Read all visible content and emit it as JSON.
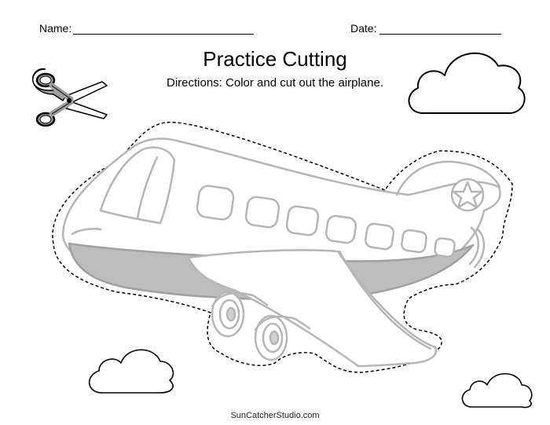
{
  "header": {
    "name_label": "Name:",
    "date_label": "Date:"
  },
  "title": "Practice Cutting",
  "directions": "Directions: Color and cut out the airplane.",
  "footer": "SunCatcherStudio.com",
  "icons": {
    "scissors": "scissors-icon",
    "cloud": "cloud-icon",
    "airplane": "airplane-icon"
  },
  "colors": {
    "outline_gray": "#b5b5b5",
    "fill_gray": "#bdbdbd",
    "text": "#000000"
  }
}
